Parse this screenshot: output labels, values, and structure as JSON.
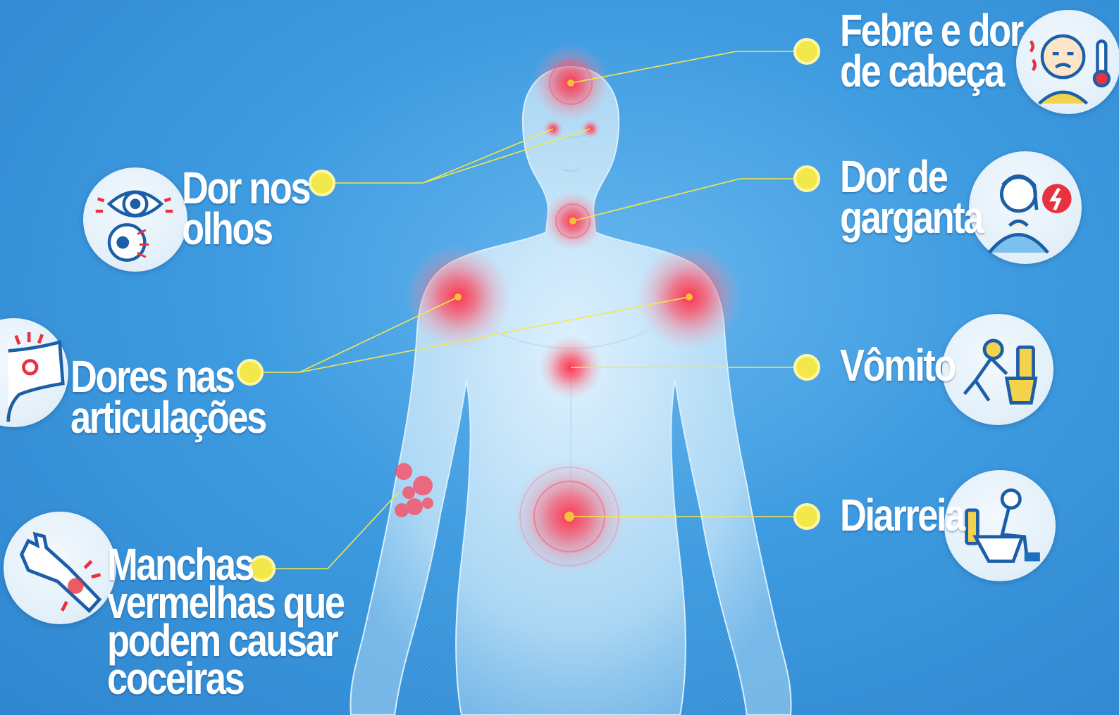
{
  "symptoms": {
    "fever_headache": {
      "line1": "Febre e dor",
      "line2": "de cabeça",
      "icon": "fever-headache-icon"
    },
    "eye_pain": {
      "line1": "Dor nos",
      "line2": "olhos",
      "icon": "eye-pain-icon"
    },
    "sore_throat": {
      "line1": "Dor de",
      "line2": "garganta",
      "icon": "sore-throat-icon"
    },
    "joint_pain": {
      "line1": "Dores nas",
      "line2": "articulações",
      "icon": "joint-pain-icon"
    },
    "vomiting": {
      "line1": "Vômito",
      "icon": "vomiting-icon"
    },
    "diarrhea": {
      "line1": "Diarreia",
      "icon": "diarrhea-icon"
    },
    "red_spots": {
      "line1": "Manchas",
      "line2": "vermelhas que",
      "line3": "podem causar",
      "line4": "coceiras",
      "icon": "skin-rash-icon"
    }
  },
  "colors": {
    "background": "#3e9be0",
    "connector": "#f3e84a",
    "hotspot": "#ff3b4e",
    "label_text": "#ffffff",
    "body": "#cfe9fb"
  }
}
